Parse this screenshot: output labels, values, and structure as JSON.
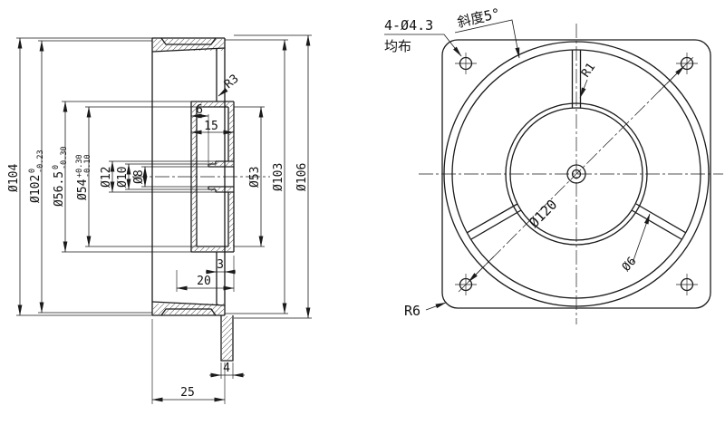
{
  "meta": {
    "ink": "#1a1a1a",
    "bg": "#ffffff"
  },
  "left_view": {
    "dims_vertical": [
      {
        "label": "Ø104"
      },
      {
        "label": "Ø102",
        "tol_up": "0",
        "tol_dn": "-0.23"
      },
      {
        "label": "Ø56.5",
        "tol_up": "0",
        "tol_dn": "-0.30"
      },
      {
        "label": "Ø54",
        "tol_up": "+0.30",
        "tol_dn": "-0.10"
      },
      {
        "label": "Ø12"
      },
      {
        "label": "Ø10"
      },
      {
        "label": "Ø8"
      },
      {
        "label": "Ø53"
      },
      {
        "label": "Ø103"
      },
      {
        "label": "Ø106"
      }
    ],
    "dims_horizontal": [
      {
        "label": "6"
      },
      {
        "label": "15"
      },
      {
        "label": "3"
      },
      {
        "label": "20"
      },
      {
        "label": "4"
      },
      {
        "label": "25"
      }
    ],
    "callouts": {
      "fillet": "R3"
    }
  },
  "right_view": {
    "callouts": {
      "holes_line1": "4-Ø4.3",
      "holes_line2": "均布",
      "taper": "斜度5°",
      "fillet": "R1",
      "bolt_circle": "Ø120",
      "strut_width": "Ø6",
      "corner_radius": "R6"
    }
  }
}
